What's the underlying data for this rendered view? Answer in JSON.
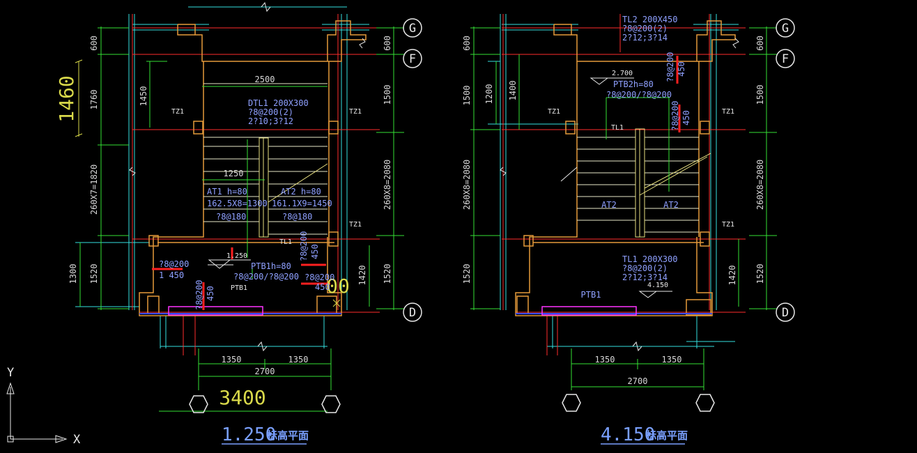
{
  "axis_labels": {
    "g": "G",
    "f": "F",
    "d": "D"
  },
  "ucs": {
    "x": "X",
    "y": "Y"
  },
  "left_plan": {
    "title_elev": "1.250",
    "title_text": "标高平面",
    "left_dims": [
      "600",
      "1760",
      "260X7=1820",
      "1520"
    ],
    "outer_dims": [
      "1460",
      "1300"
    ],
    "inner_dims": [
      "1450"
    ],
    "right_dims": [
      "600",
      "1500",
      "260X8=2080",
      "1520"
    ],
    "right_inner_dims": [
      "1420"
    ],
    "top_width": "2500",
    "landing_width": "1250",
    "bottom_dims": [
      "1350",
      "1350",
      "2700"
    ],
    "bottom_big": "3400",
    "tz": [
      "TZ1",
      "TZ1",
      "TZ1"
    ],
    "dtl": [
      "DTL1  200X300",
      "?8@200(2)",
      "2?10;3?12"
    ],
    "at1": [
      "AT1 h=80",
      "162.5X8=1300",
      "?8@180"
    ],
    "at2": [
      "AT2 h=80",
      "161.1X9=1450",
      "?8@180"
    ],
    "tl1": "TL1",
    "elev_mark": "1.250",
    "ptb_top": [
      "PTB1h=80",
      "?8@200/?8@200"
    ],
    "ptb_label": "PTB1",
    "rebar_left": [
      "?8@200",
      "1 450"
    ],
    "rebar_mid": [
      "?8@200",
      "450"
    ],
    "rebar_right": [
      "?8@200",
      "450"
    ],
    "rebar_bottom": [
      "?8@200",
      "450"
    ],
    "stray_big": "00"
  },
  "right_plan": {
    "title_elev": "4.150",
    "title_text": "标高平面",
    "left_dims": [
      "600",
      "1500",
      "260X8=2080",
      "1520"
    ],
    "inner_dims": [
      "1200",
      "1400"
    ],
    "right_dims": [
      "600",
      "1500",
      "260X8=2080",
      "1520"
    ],
    "right_inner_dims": [
      "1420"
    ],
    "bottom_dims": [
      "1350",
      "1350",
      "2700"
    ],
    "tz": [
      "TZ1",
      "TZ1",
      "TZ1"
    ],
    "tl2": [
      "TL2  200X450",
      "?8@200(2)",
      "2?12;3?14"
    ],
    "elev_top": "2.700",
    "ptb2": [
      "PTB2h=80",
      "?8@200/?8@200"
    ],
    "rebar_top": [
      "?8@200",
      "450"
    ],
    "rebar_mid": [
      "?8@200",
      "450"
    ],
    "tl1_top": "TL1",
    "at_left": "AT2",
    "at_right": "AT2",
    "tl1": [
      "TL1  200X300",
      "?8@200(2)",
      "2?12;3?14"
    ],
    "elev_mark": "4.150",
    "ptb_label": "PTB1"
  }
}
